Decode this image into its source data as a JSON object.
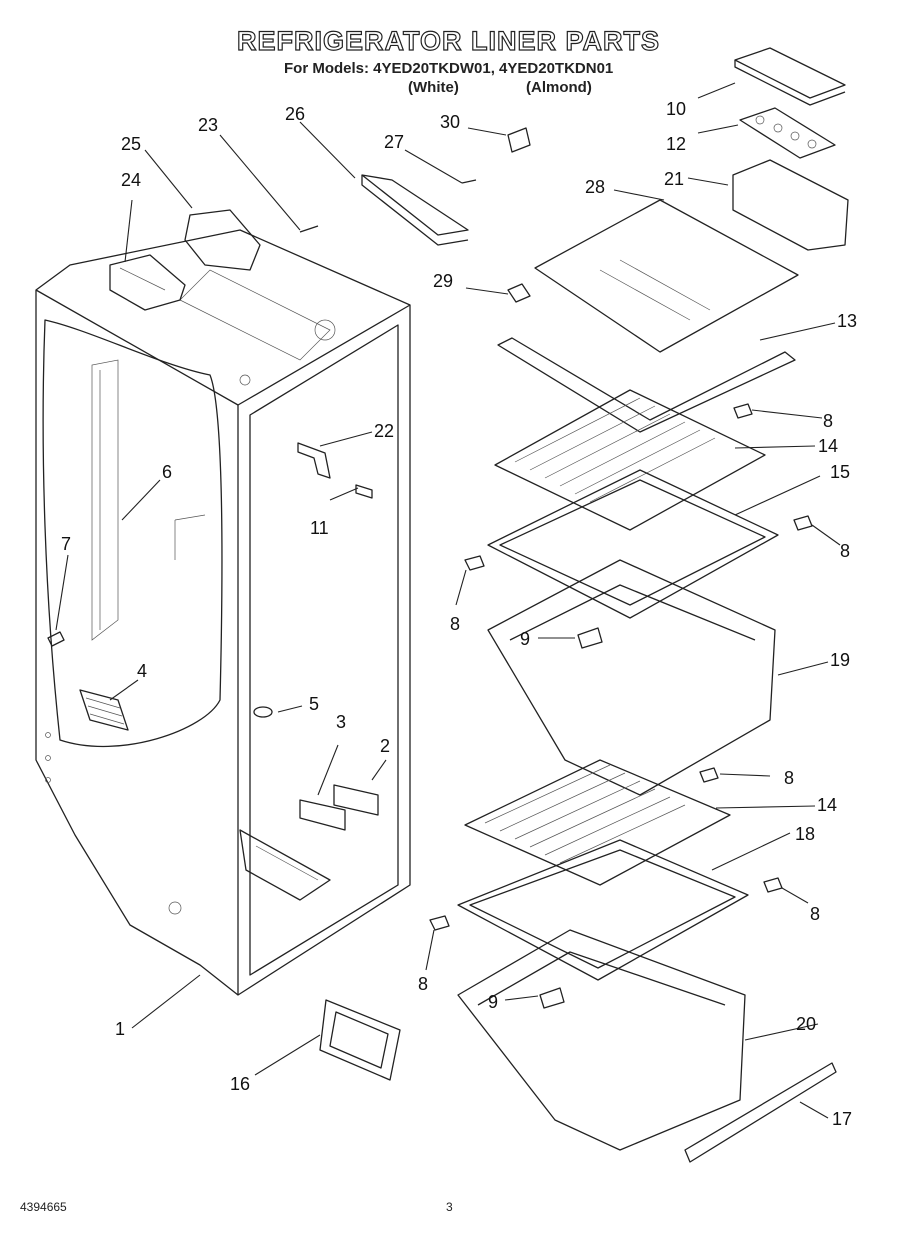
{
  "header": {
    "title": "REFRIGERATOR LINER PARTS",
    "models_line": "For Models: 4YED20TKDW01, 4YED20TKDN01",
    "variant_white": "(White)",
    "variant_almond": "(Almond)"
  },
  "footer": {
    "doc_number": "4394665",
    "page": "3"
  },
  "callouts": [
    "1",
    "2",
    "3",
    "4",
    "5",
    "6",
    "7",
    "8",
    "9",
    "10",
    "11",
    "12",
    "13",
    "14",
    "15",
    "16",
    "17",
    "18",
    "19",
    "20",
    "21",
    "22",
    "23",
    "24",
    "25",
    "26",
    "27",
    "28",
    "29",
    "30"
  ]
}
